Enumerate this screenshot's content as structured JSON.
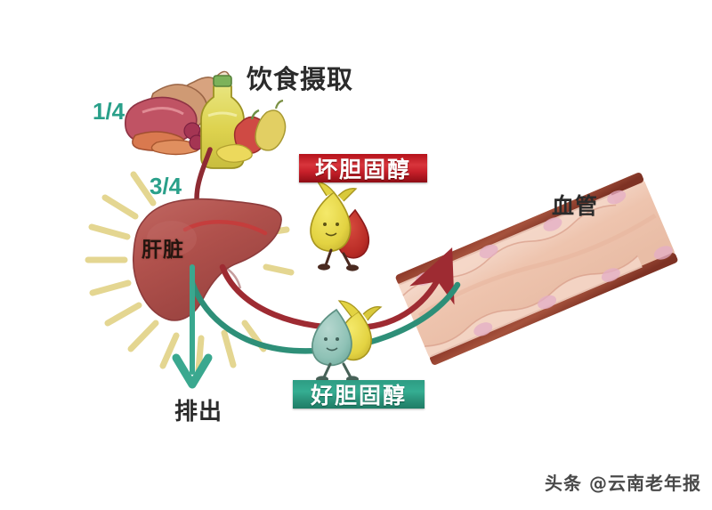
{
  "diagram": {
    "title_alt": "Cholesterol metabolism illustration",
    "background_color": "#ffffff",
    "labels": {
      "diet_intake": "饮食摄取",
      "blood_vessel": "血管",
      "liver": "肝脏",
      "excretion": "排出",
      "fraction_diet": "1/4",
      "fraction_liver": "3/4"
    },
    "badges": {
      "bad_cholesterol": "坏胆固醇",
      "good_cholesterol": "好胆固醇"
    },
    "colors": {
      "bad_badge": "#c8202a",
      "good_badge": "#2e9c83",
      "teal_text": "#2aa08a",
      "bad_arrow": "#9e2b32",
      "good_arrow": "#2e8f78",
      "excrete_arrow": "#3aa88f",
      "liver_body": "#b5534f",
      "vessel_wall": "#8e3a2c",
      "vessel_lumen": "#f0c8b4",
      "sunburst": "#e7d98a"
    },
    "icons": {
      "food_group": "food-platter-icon",
      "liver_organ": "liver-icon",
      "vessel_tube": "blood-vessel-icon",
      "bad_mascot": "bad-cholesterol-mascot-icon",
      "good_mascot": "good-cholesterol-mascot-icon",
      "arrow_intake": "intake-arrow-icon",
      "arrow_bad": "bad-cholesterol-arrow-icon",
      "arrow_good": "good-cholesterol-arrow-icon",
      "arrow_excrete": "excretion-arrow-icon"
    }
  },
  "watermark": {
    "text": "头条 @云南老年报"
  }
}
